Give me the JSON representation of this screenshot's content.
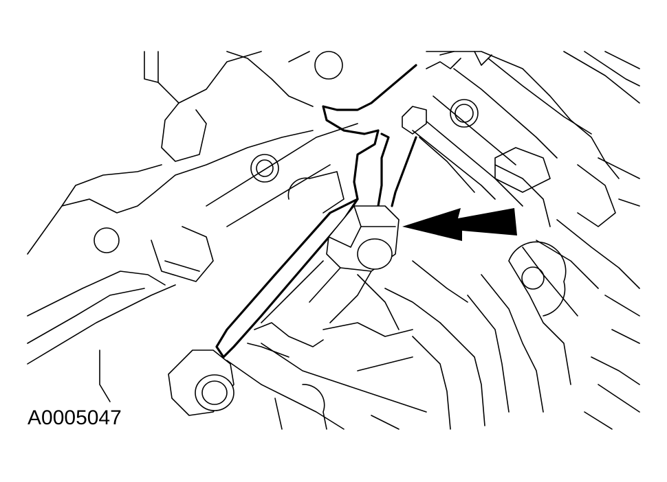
{
  "figure": {
    "id_label": "A0005047",
    "description": "Line-art illustration of transmission valve body with detent spring/lever and retaining bolt",
    "callout": {
      "icon": "arrow-left-icon",
      "points_to": "retaining bolt (hex nut)",
      "color": "#000000"
    },
    "colors": {
      "background": "#ffffff",
      "linework": "#000000"
    }
  }
}
